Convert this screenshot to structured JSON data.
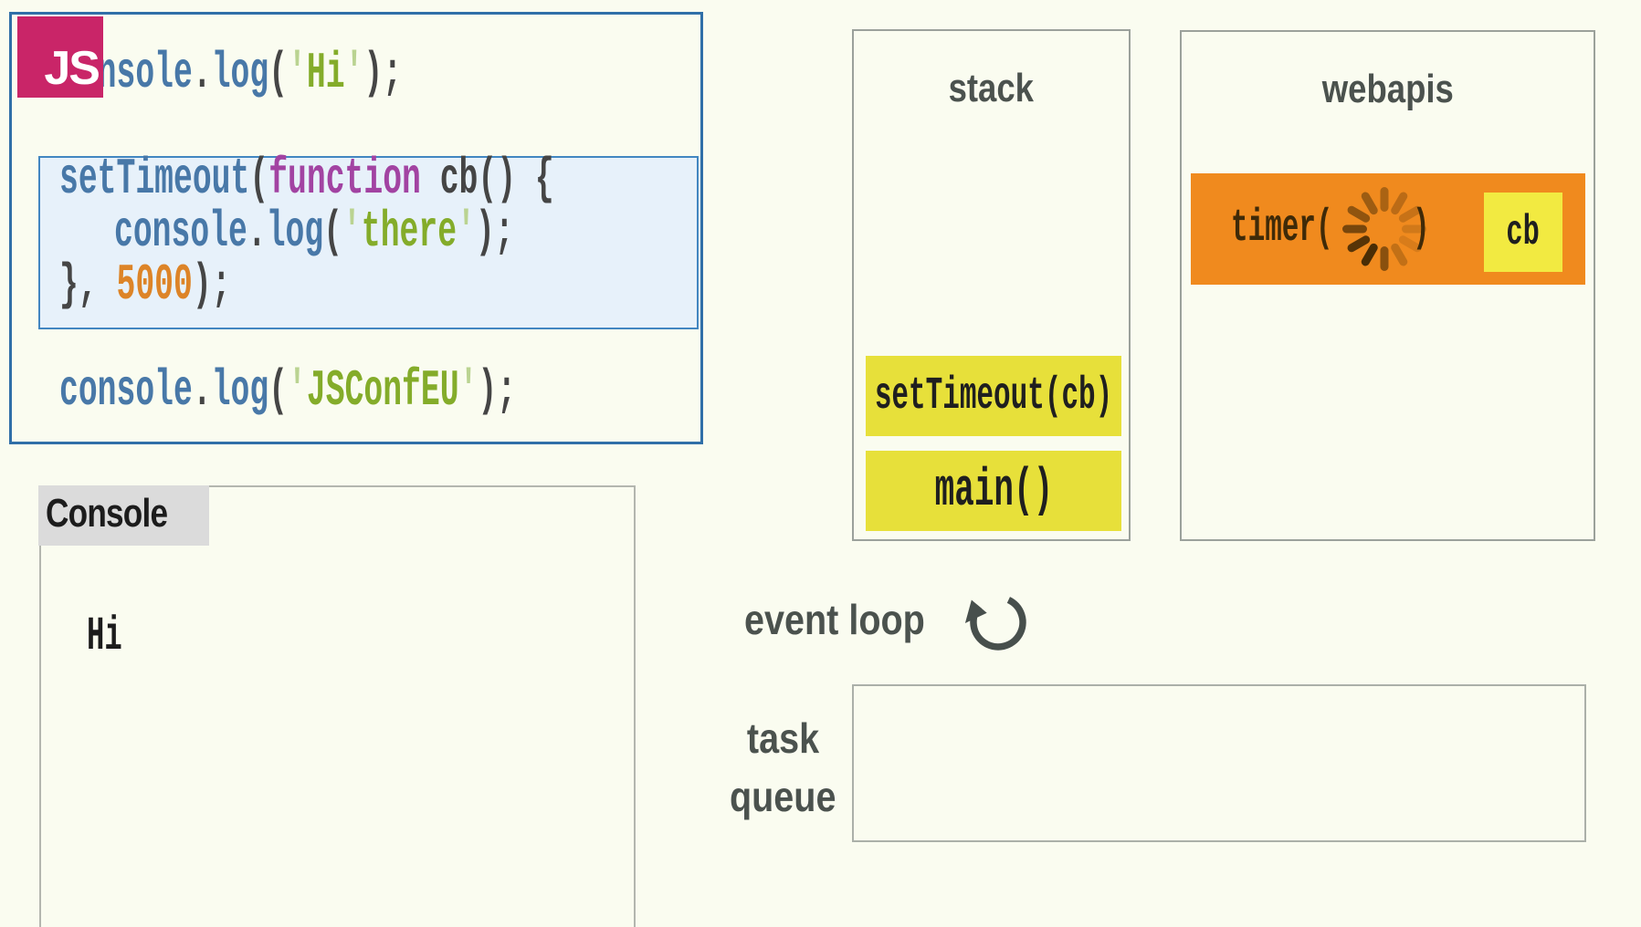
{
  "colors": {
    "page-bg": "#fafcf0",
    "heading": "#4b524e",
    "editor-border": "#306fa8",
    "highlight-bg": "#e7f1fa",
    "highlight-border": "#4286c1",
    "logo-bg": "#c92568",
    "logo-text": "#ffffff",
    "panel-border": "#9ba19b",
    "queue-border": "#abb0a9",
    "console-border": "#b3b6af",
    "console-label-bg": "#dbdbdb",
    "console-text": "#1c1c1c",
    "frame-yellow": "#e7e03a",
    "frame-text": "#1f1f1f",
    "timer-orange": "#f08a1e",
    "timer-text": "#3f2a08",
    "cb-yellow": "#f2ea41",
    "code-ident": "#4878a8",
    "code-punct": "#454545",
    "code-string": "#84ac2a",
    "code-quote": "#bad391",
    "code-keyword": "#a243a2",
    "code-number": "#dd8427",
    "icon-grey": "#474f4c",
    "spinner-dark": "#4a2d05"
  },
  "editor": {
    "logo_text": "JS",
    "lines": [
      [
        {
          "t": "console",
          "c": "ident"
        },
        {
          "t": ".",
          "c": "punct"
        },
        {
          "t": "log",
          "c": "ident"
        },
        {
          "t": "(",
          "c": "punct"
        },
        {
          "t": "'",
          "c": "quote"
        },
        {
          "t": "Hi",
          "c": "string"
        },
        {
          "t": "'",
          "c": "quote"
        },
        {
          "t": ");",
          "c": "punct"
        }
      ],
      [
        {
          "t": "setTimeout",
          "c": "ident"
        },
        {
          "t": "(",
          "c": "punct"
        },
        {
          "t": "function",
          "c": "keyword"
        },
        {
          "t": " cb() {",
          "c": "punct"
        }
      ],
      [
        {
          "t": "console",
          "c": "ident"
        },
        {
          "t": ".",
          "c": "punct"
        },
        {
          "t": "log",
          "c": "ident"
        },
        {
          "t": "(",
          "c": "punct"
        },
        {
          "t": "'",
          "c": "quote"
        },
        {
          "t": "there",
          "c": "string"
        },
        {
          "t": "'",
          "c": "quote"
        },
        {
          "t": ");",
          "c": "punct"
        }
      ],
      [
        {
          "t": "}, ",
          "c": "punct"
        },
        {
          "t": "5000",
          "c": "number"
        },
        {
          "t": ");",
          "c": "punct"
        }
      ],
      [
        {
          "t": "console",
          "c": "ident"
        },
        {
          "t": ".",
          "c": "punct"
        },
        {
          "t": "log",
          "c": "ident"
        },
        {
          "t": "(",
          "c": "punct"
        },
        {
          "t": "'",
          "c": "quote"
        },
        {
          "t": "JSConfEU",
          "c": "string"
        },
        {
          "t": "'",
          "c": "quote"
        },
        {
          "t": ");",
          "c": "punct"
        }
      ]
    ]
  },
  "console_panel": {
    "title": "Console",
    "entries": [
      "Hi"
    ]
  },
  "stack_panel": {
    "title": "stack",
    "frames": [
      "setTimeout(cb)",
      "main()"
    ]
  },
  "webapis_panel": {
    "title": "webapis",
    "timer_prefix": "timer(",
    "timer_suffix": ")",
    "callback_label": "cb"
  },
  "event_loop": {
    "label": "event loop"
  },
  "task_queue": {
    "label_line1": "task",
    "label_line2": "queue"
  },
  "icons": {
    "spinner": "loading-spinner",
    "event_loop": "circular-arrow-counterclockwise"
  }
}
